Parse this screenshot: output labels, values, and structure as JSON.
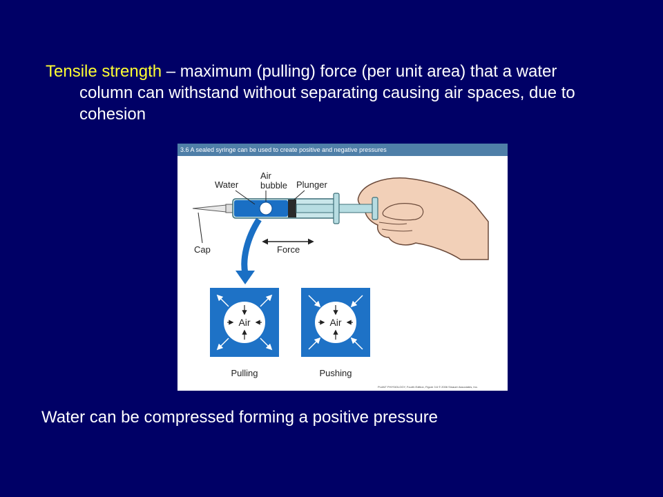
{
  "slide": {
    "background": "#000066",
    "term_color": "#ffff33",
    "definition": {
      "term": "Tensile strength",
      "line1_rest": " – maximum (pulling) force (per unit area) that a water",
      "line2": "column can withstand without separating causing air spaces, due to",
      "line3": "cohesion"
    },
    "footer_text": "Water can be compressed forming a positive pressure"
  },
  "figure": {
    "caption": "3.6  A sealed syringe can be used to create positive and negative pressures",
    "labels": {
      "water": "Water",
      "air_line1": "Air",
      "air_line2": "bubble",
      "plunger": "Plunger",
      "cap": "Cap",
      "force": "Force",
      "panel_air": "Air",
      "pulling": "Pulling",
      "pushing": "Pushing"
    },
    "credit": "PLANT PHYSIOLOGY, Fourth Edition, Figure 3.6  © 2006 Sinauer Associates, Inc.",
    "colors": {
      "water_blue": "#1a6fc4",
      "panel_blue": "#1e72c6",
      "caption_bar": "#4f7fa8",
      "syringe_barrel": "#c9e6ea",
      "skin": "#f2d0b8"
    }
  }
}
